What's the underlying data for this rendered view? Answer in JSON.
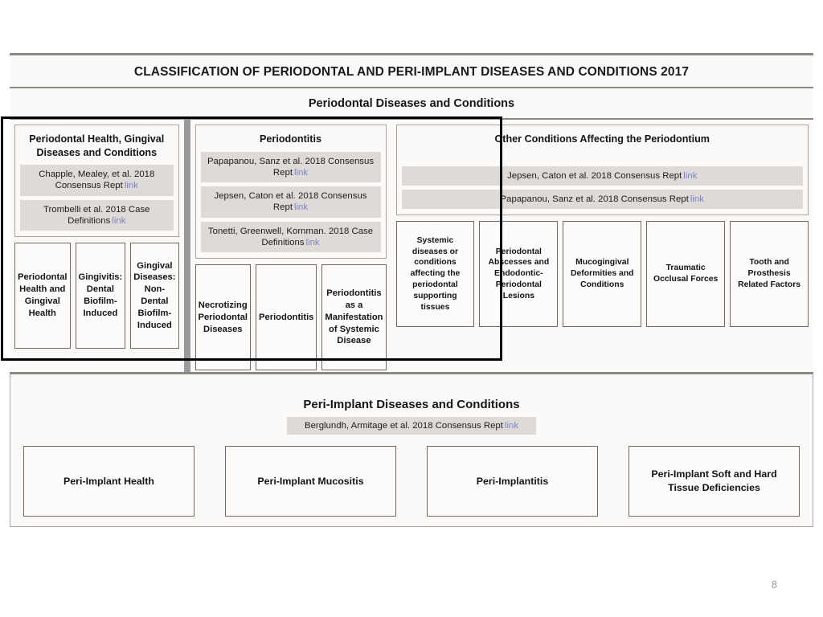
{
  "slide": {
    "page_number": "8",
    "chart_title": "CLASSIFICATION OF PERIODONTAL AND PERI-IMPLANT DISEASES AND CONDITIONS 2017",
    "link_label": "link",
    "colors": {
      "link": "#7b84c8",
      "reference_bar_bg": "#dedad7",
      "frame_border": "#8b8984",
      "box_border": "#6e6b66",
      "annotation": "#000000",
      "canvas": "#fbfaf8"
    }
  },
  "periodontal": {
    "header": "Periodontal Diseases and Conditions",
    "columns": [
      {
        "title": "Periodontal Health, Gingival Diseases and Conditions",
        "references": [
          "Chapple, Mealey, et al. 2018 Consensus Rept",
          "Trombelli et al. 2018 Case Definitions"
        ],
        "items": [
          "Periodontal Health and Gingival Health",
          "Gingivitis: Dental Biofilm-Induced",
          "Gingival Diseases: Non-Dental Biofilm-Induced"
        ]
      },
      {
        "title": "Periodontitis",
        "references": [
          "Papapanou, Sanz et al. 2018 Consensus Rept",
          "Jepsen, Caton et al. 2018 Consensus Rept",
          "Tonetti, Greenwell, Kornman. 2018 Case Definitions"
        ],
        "items": [
          "Necrotizing Periodontal Diseases",
          "Periodontitis",
          "Periodontitis as a Manifestation of Systemic Disease"
        ]
      },
      {
        "title": "Other Conditions Affecting the Periodontium",
        "references": [
          "Jepsen, Caton et al. 2018 Consensus Rept",
          "Papapanou, Sanz et al. 2018 Consensus Rept"
        ],
        "items": [
          "Systemic diseases or conditions affecting the periodontal supporting tissues",
          "Periodontal Abscesses and Endodontic-Periodontal Lesions",
          "Mucogingival Deformities and Conditions",
          "Traumatic Occlusal Forces",
          "Tooth and Prosthesis Related Factors"
        ]
      }
    ]
  },
  "peri_implant": {
    "title": "Peri-Implant Diseases and Conditions",
    "reference": "Berglundh, Armitage et al. 2018 Consensus Rept",
    "items": [
      "Peri-Implant Health",
      "Peri-Implant Mucositis",
      "Peri-Implantitis",
      "Peri-Implant Soft and Hard Tissue Deficiencies"
    ]
  }
}
